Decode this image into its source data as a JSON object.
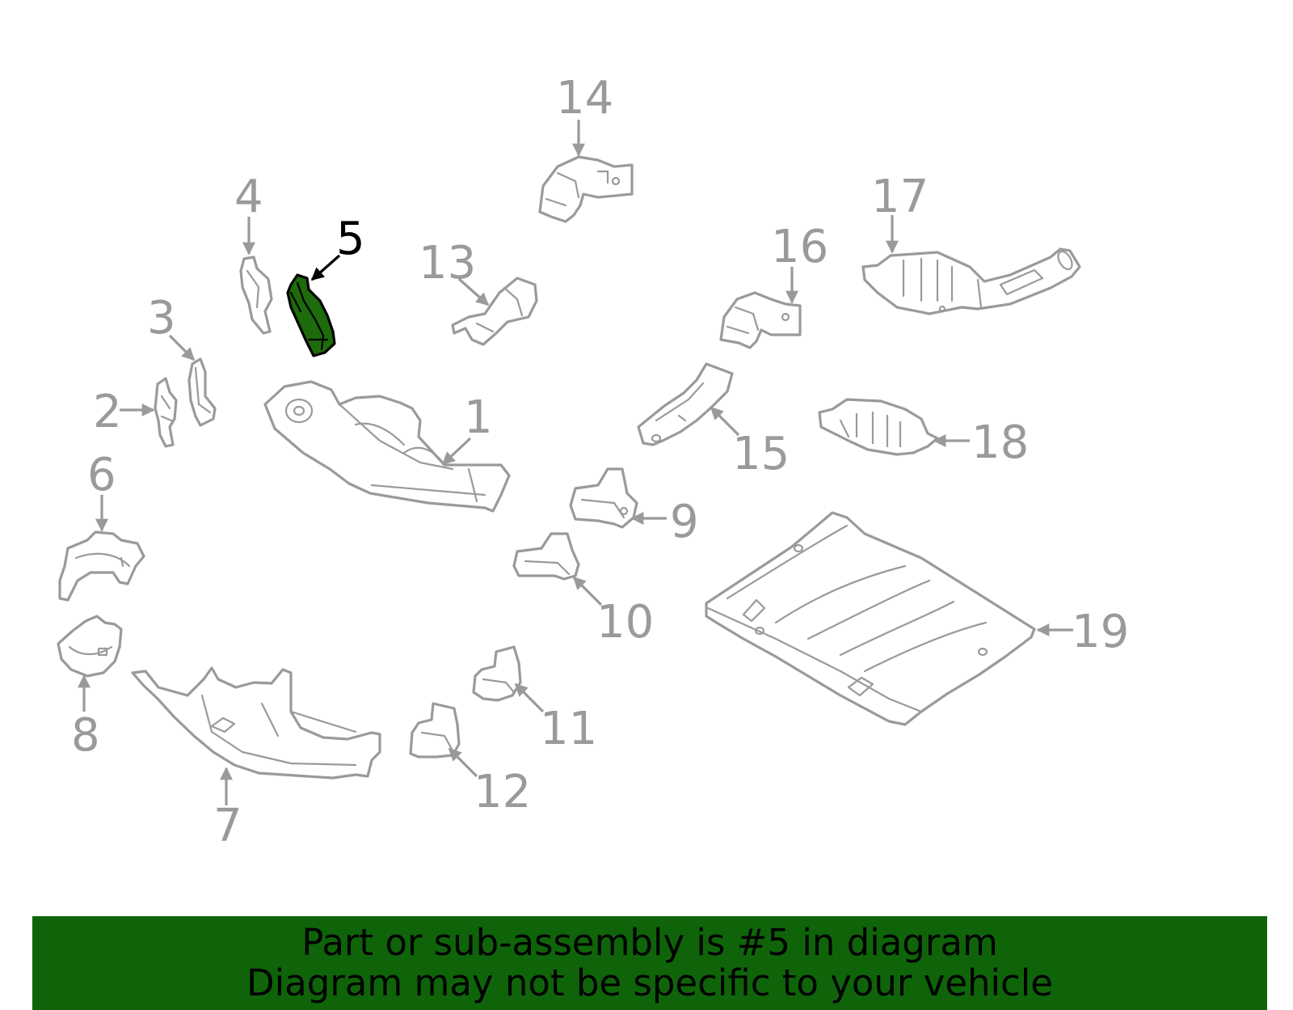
{
  "colors": {
    "line_gray": "#9a9a9a",
    "highlight_fill": "#1d6b0c",
    "banner_bg": "#0f640a",
    "banner_text": "#000000"
  },
  "diagram": {
    "highlighted_part": "5",
    "callouts": [
      "1",
      "2",
      "3",
      "4",
      "5",
      "6",
      "7",
      "8",
      "9",
      "10",
      "11",
      "12",
      "13",
      "14",
      "15",
      "16",
      "17",
      "18",
      "19"
    ]
  },
  "banner": {
    "line1": "Part or sub-assembly is #5 in diagram",
    "line2": "Diagram may not be specific to your vehicle"
  }
}
